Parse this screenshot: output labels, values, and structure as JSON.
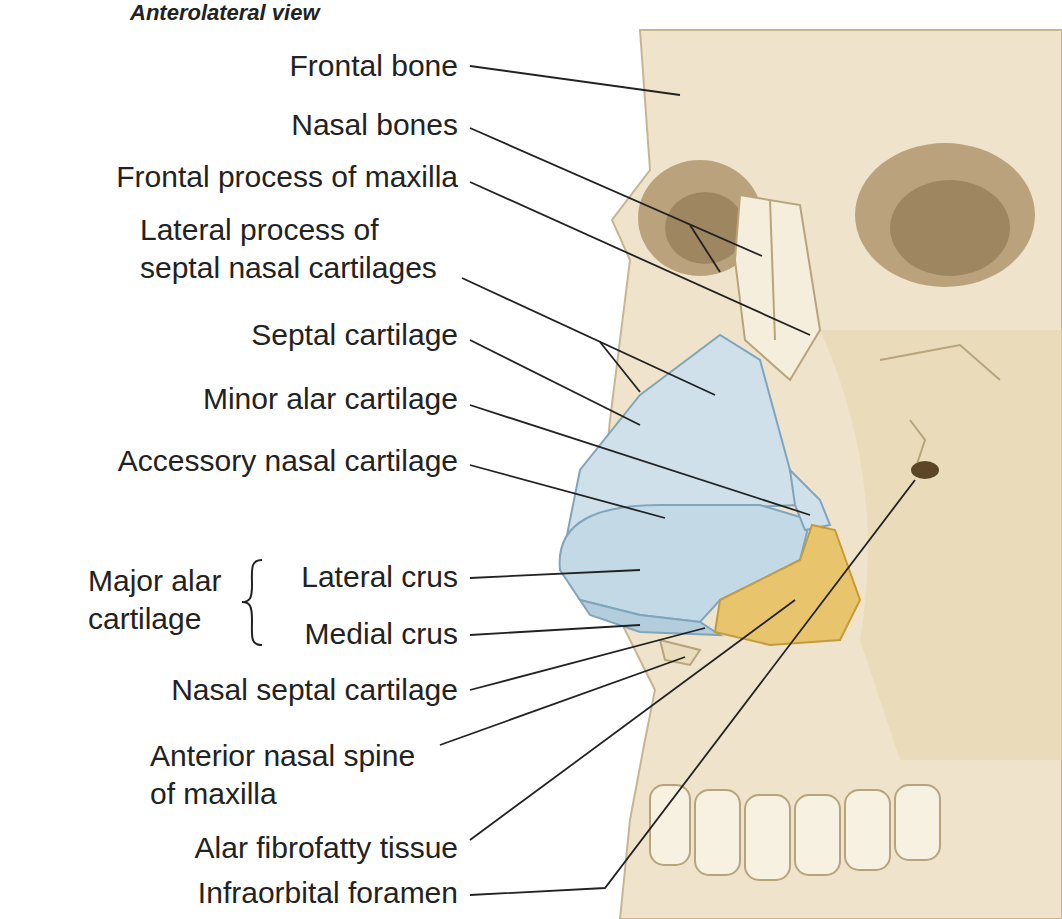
{
  "diagram": {
    "title": "Anterolateral view",
    "labels": [
      "Frontal bone",
      "Nasal bones",
      "Frontal process of maxilla",
      "Lateral process of septal nasal cartilages",
      "Septal cartilage",
      "Minor alar cartilage",
      "Accessory nasal cartilage",
      "Major alar cartilage",
      "Lateral crus",
      "Medial crus",
      "Nasal septal cartilage",
      "Anterior nasal spine of maxilla",
      "Alar fibrofatty tissue",
      "Infraorbital foramen"
    ]
  }
}
